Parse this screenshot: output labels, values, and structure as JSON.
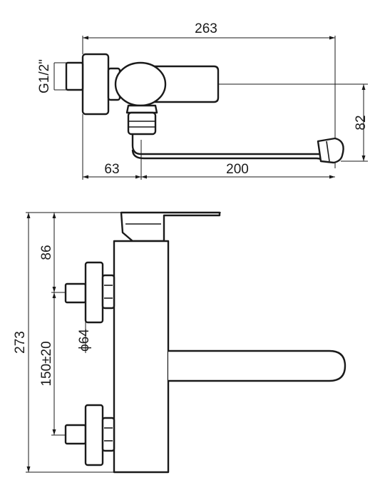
{
  "top_view": {
    "overall_width_label": "263",
    "thread_label": "G1/2\"",
    "height_label": "82",
    "wall_offset_label": "63",
    "spout_reach_label": "200"
  },
  "side_view": {
    "overall_height_label": "273",
    "top_offset_label": "86",
    "centers_label": "150±20",
    "escutcheon_diameter_label": "ϕ64"
  },
  "colors": {
    "line": "#1a1a1a",
    "background": "#ffffff"
  }
}
